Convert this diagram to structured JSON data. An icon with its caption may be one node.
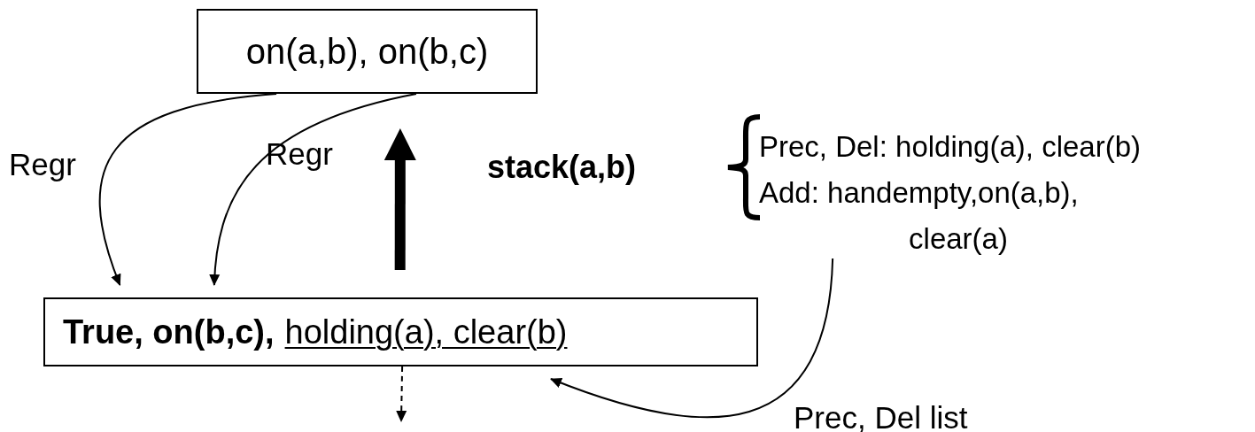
{
  "diagram": {
    "nodes": [
      {
        "text": [
          "on(a,b), on(b,c)"
        ]
      },
      {
        "text": [
          "True, on(b,c),",
          "holding(a), clear(b)"
        ]
      },
      {
        "text": [
          "Prec, Del: holding(a), clear(b)",
          "Add: handempty,on(a,b), clear(a)"
        ]
      }
    ],
    "edges": [
      {
        "from": 0,
        "to": 1,
        "arrow": "to",
        "label": "Regr"
      },
      {
        "from": 0,
        "to": 1,
        "arrow": "to",
        "label": "Regr"
      },
      {
        "from": 1,
        "to": 0,
        "arrow": "to",
        "style": "thick",
        "label": "stack(a,b)"
      },
      {
        "from": 2,
        "to": 1,
        "arrow": "to",
        "label": "Prec, Del list"
      },
      {
        "from": 1,
        "to": null,
        "arrow": "to",
        "style": "dashed"
      }
    ]
  }
}
